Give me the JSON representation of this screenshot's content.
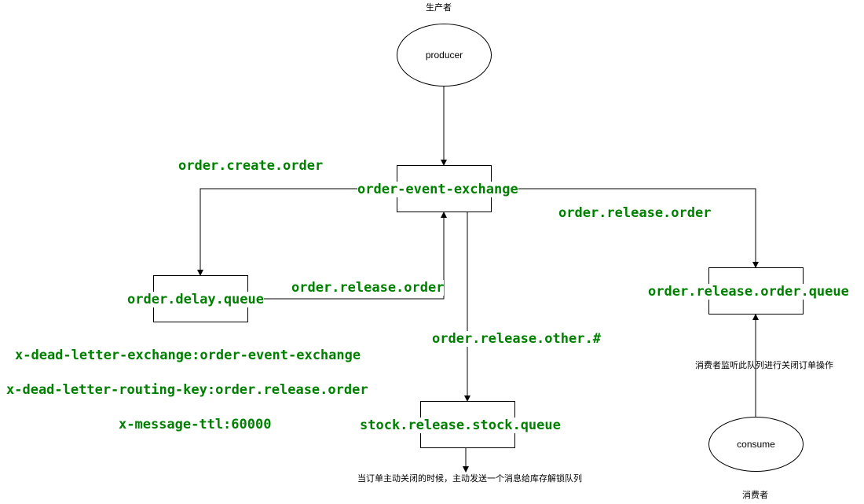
{
  "producer_label": "生产者",
  "consumer_label": "消费者",
  "nodes": {
    "producer": "producer",
    "consume": "consume",
    "exchange": "order-event-exchange",
    "delay_queue": "order.delay.queue",
    "release_order_queue": "order.release.order.queue",
    "stock_queue": "stock.release.stock.queue"
  },
  "edges": {
    "create_order": "order.create.order",
    "release_order_right": "order.release.order",
    "release_order_back": "order.release.order",
    "release_other": "order.release.other.#"
  },
  "queue_args": {
    "dlx": "x-dead-letter-exchange:order-event-exchange",
    "dlrk": "x-dead-letter-routing-key:order.release.order",
    "ttl": "x-message-ttl:60000"
  },
  "notes": {
    "consumer_note": "消费者监听此队列进行关闭订单操作",
    "stock_note": "当订单主动关闭的时候，主动发送一个消息给库存解锁队列"
  }
}
